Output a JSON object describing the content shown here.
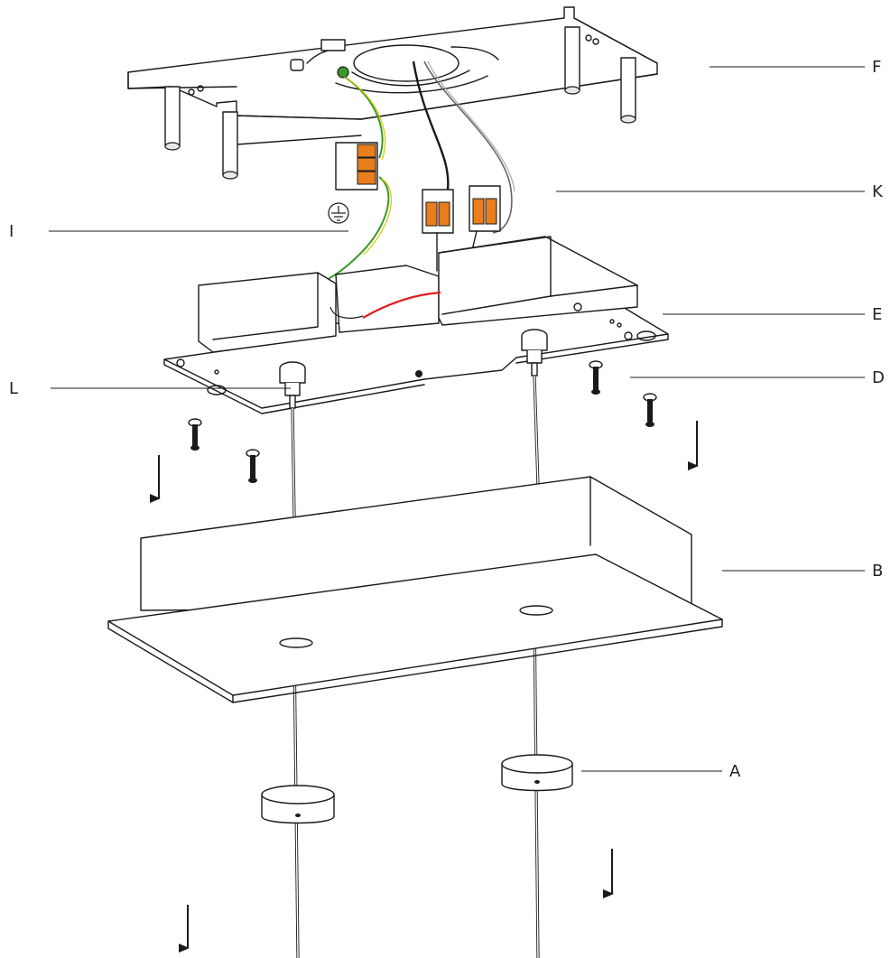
{
  "callouts": {
    "F": "F",
    "K": "K",
    "I": "I",
    "E": "E",
    "L": "L",
    "D": "D",
    "B": "B",
    "A": "A"
  },
  "colors": {
    "earth_green": "#3a9a2a",
    "earth_yellow": "#d8c800",
    "connector_orange": "#e87e1c",
    "live_red": "#e02020",
    "line": "#1a1a1a",
    "fill": "#ffffff"
  },
  "icons": {
    "earth": "earth-ground-symbol-icon",
    "arrow": "up-arrow-icon"
  }
}
